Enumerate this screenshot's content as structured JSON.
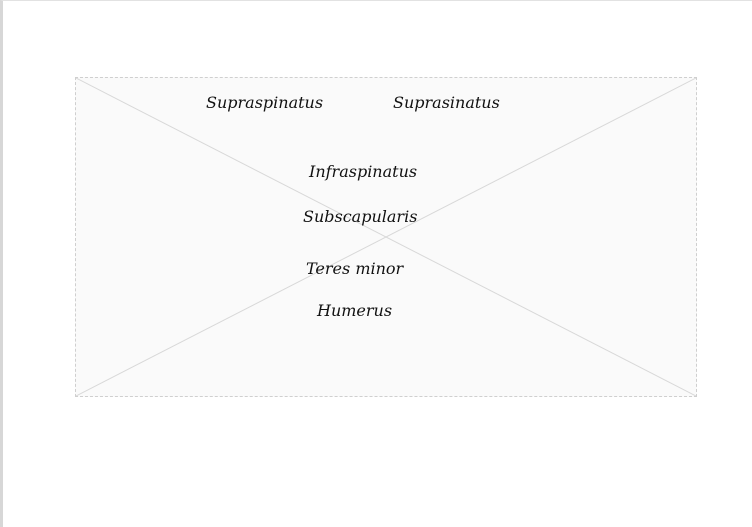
{
  "labels": {
    "supraspinatus": "Supraspinatus",
    "suprasinatus": "Suprasinatus",
    "infraspinatus": "Infraspinatus",
    "subscapularis": "Subscapularis",
    "teres_minor": "Teres minor",
    "humerus": "Humerus"
  }
}
